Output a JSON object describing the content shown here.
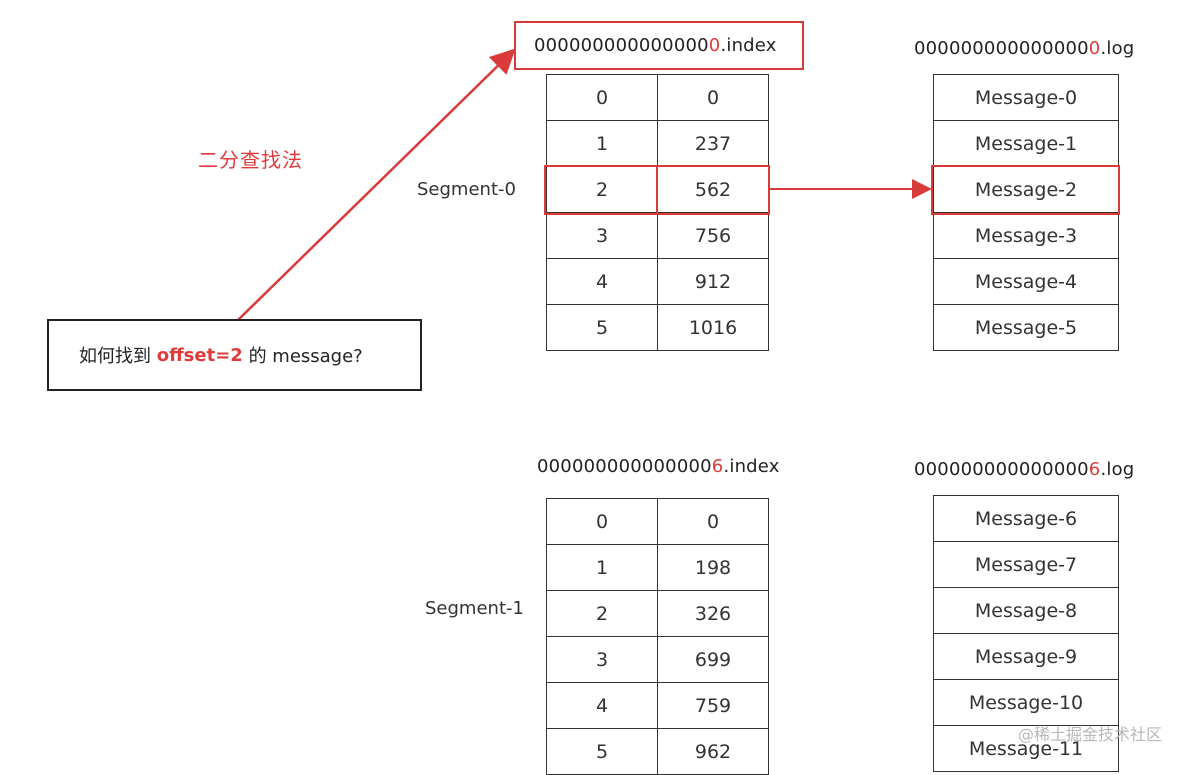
{
  "question": {
    "prefix": "如何找到",
    "offset": "offset=2",
    "suffix": "的 message?"
  },
  "binary_search_label": "二分查找法",
  "segments": [
    {
      "label": "Segment-0",
      "index_file": {
        "prefix": "000000000000000",
        "highlight": "0",
        "ext": ".index"
      },
      "log_file": {
        "prefix": "000000000000000",
        "highlight": "0",
        "ext": ".log"
      },
      "index_rows": [
        [
          "0",
          "0"
        ],
        [
          "1",
          "237"
        ],
        [
          "2",
          "562"
        ],
        [
          "3",
          "756"
        ],
        [
          "4",
          "912"
        ],
        [
          "5",
          "1016"
        ]
      ],
      "messages": [
        "Message-0",
        "Message-1",
        "Message-2",
        "Message-3",
        "Message-4",
        "Message-5"
      ]
    },
    {
      "label": "Segment-1",
      "index_file": {
        "prefix": "000000000000000",
        "highlight": "6",
        "ext": ".index"
      },
      "log_file": {
        "prefix": "000000000000000",
        "highlight": "6",
        "ext": ".log"
      },
      "index_rows": [
        [
          "0",
          "0"
        ],
        [
          "1",
          "198"
        ],
        [
          "2",
          "326"
        ],
        [
          "3",
          "699"
        ],
        [
          "4",
          "759"
        ],
        [
          "5",
          "962"
        ]
      ],
      "messages": [
        "Message-6",
        "Message-7",
        "Message-8",
        "Message-9",
        "Message-10",
        "Message-11"
      ]
    }
  ],
  "watermark": "@稀土掘金技术社区",
  "colors": {
    "accent": "#d93a3a",
    "text": "#222222",
    "border": "#333333"
  }
}
